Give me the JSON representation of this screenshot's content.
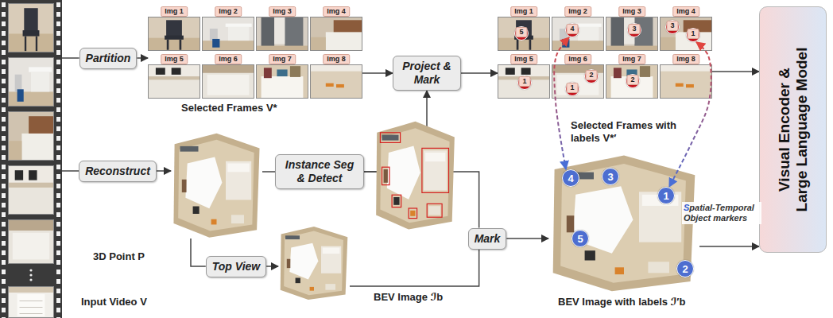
{
  "diagram": {
    "nodes": [
      {
        "text": [
          "Input Video V"
        ]
      },
      {
        "text": [
          "Partition"
        ]
      },
      {
        "text": [
          "Selected Frames V*"
        ]
      },
      {
        "text": [
          "Img 1"
        ],
        "in": 2
      },
      {
        "text": [
          "Img 2"
        ],
        "in": 2
      },
      {
        "text": [
          "Img 3"
        ],
        "in": 2
      },
      {
        "text": [
          "Img 4"
        ],
        "in": 2
      },
      {
        "text": [
          "Img 5"
        ],
        "in": 2
      },
      {
        "text": [
          "Img 6"
        ],
        "in": 2
      },
      {
        "text": [
          "Img 7"
        ],
        "in": 2
      },
      {
        "text": [
          "Img 8"
        ],
        "in": 2
      },
      {
        "text": [
          "Reconstruct"
        ]
      },
      {
        "text": [
          "3D Point P"
        ]
      },
      {
        "text": [
          "Top View"
        ]
      },
      {
        "text": [
          "BEV Image ℐb"
        ]
      },
      {
        "text": [
          "Instance Seg & Detect"
        ]
      },
      {
        "text": [
          "Project & Mark"
        ]
      },
      {
        "text": [
          "Selected Frames with labels V*′"
        ]
      },
      {
        "text": [
          "Img 1"
        ],
        "in": 17
      },
      {
        "text": [
          "Img 2"
        ],
        "in": 17
      },
      {
        "text": [
          "Img 3"
        ],
        "in": 17
      },
      {
        "text": [
          "Img 4"
        ],
        "in": 17
      },
      {
        "text": [
          "Img 5"
        ],
        "in": 17
      },
      {
        "text": [
          "Img 6"
        ],
        "in": 17
      },
      {
        "text": [
          "Img 7"
        ],
        "in": 17
      },
      {
        "text": [
          "Img 8"
        ],
        "in": 17
      },
      {
        "text": [
          "5"
        ],
        "in": 18
      },
      {
        "text": [
          "4"
        ],
        "in": 19
      },
      {
        "text": [
          "3"
        ],
        "in": 20
      },
      {
        "text": [
          "3"
        ],
        "in": 21
      },
      {
        "text": [
          "1"
        ],
        "in": 21
      },
      {
        "text": [
          "1"
        ],
        "in": 22
      },
      {
        "text": [
          "1"
        ],
        "in": 23
      },
      {
        "text": [
          "2"
        ],
        "in": 23
      },
      {
        "text": [
          "2"
        ],
        "in": 24
      },
      {
        "text": [
          "Mark"
        ]
      },
      {
        "text": [
          "BEV Image with labels ℐ′b"
        ]
      },
      {
        "text": [
          "4"
        ],
        "in": 36
      },
      {
        "text": [
          "3"
        ],
        "in": 36
      },
      {
        "text": [
          "1"
        ],
        "in": 36
      },
      {
        "text": [
          "5"
        ],
        "in": 36
      },
      {
        "text": [
          "2"
        ],
        "in": 36
      },
      {
        "text": [
          "Visual Encoder & Large Language Model"
        ]
      }
    ],
    "edges": [
      {
        "from": 0,
        "to": 1,
        "arrow": "none"
      },
      {
        "from": 1,
        "to": 2,
        "arrow": "to"
      },
      {
        "from": 0,
        "to": 11,
        "arrow": "none"
      },
      {
        "from": 11,
        "to": 12,
        "arrow": "to"
      },
      {
        "from": 12,
        "to": 15,
        "arrow": "none"
      },
      {
        "from": 12,
        "to": 13,
        "arrow": "none"
      },
      {
        "from": 13,
        "to": 14,
        "arrow": "to"
      },
      {
        "from": 2,
        "to": 16,
        "arrow": "to"
      },
      {
        "from": 15,
        "to": 16,
        "arrow": "to"
      },
      {
        "from": 16,
        "to": 17,
        "arrow": "to"
      },
      {
        "from": 15,
        "to": 35,
        "arrow": "none"
      },
      {
        "from": 14,
        "to": 35,
        "arrow": "none"
      },
      {
        "from": 35,
        "to": 36,
        "arrow": "to"
      },
      {
        "from": 17,
        "to": 42,
        "arrow": "to"
      },
      {
        "from": 36,
        "to": 42,
        "arrow": "to"
      },
      {
        "from": 27,
        "to": 37,
        "arrow": "both"
      },
      {
        "from": 30,
        "to": 39,
        "arrow": "both"
      }
    ],
    "labels": [
      "Spatial-Temporal Object markers"
    ]
  }
}
